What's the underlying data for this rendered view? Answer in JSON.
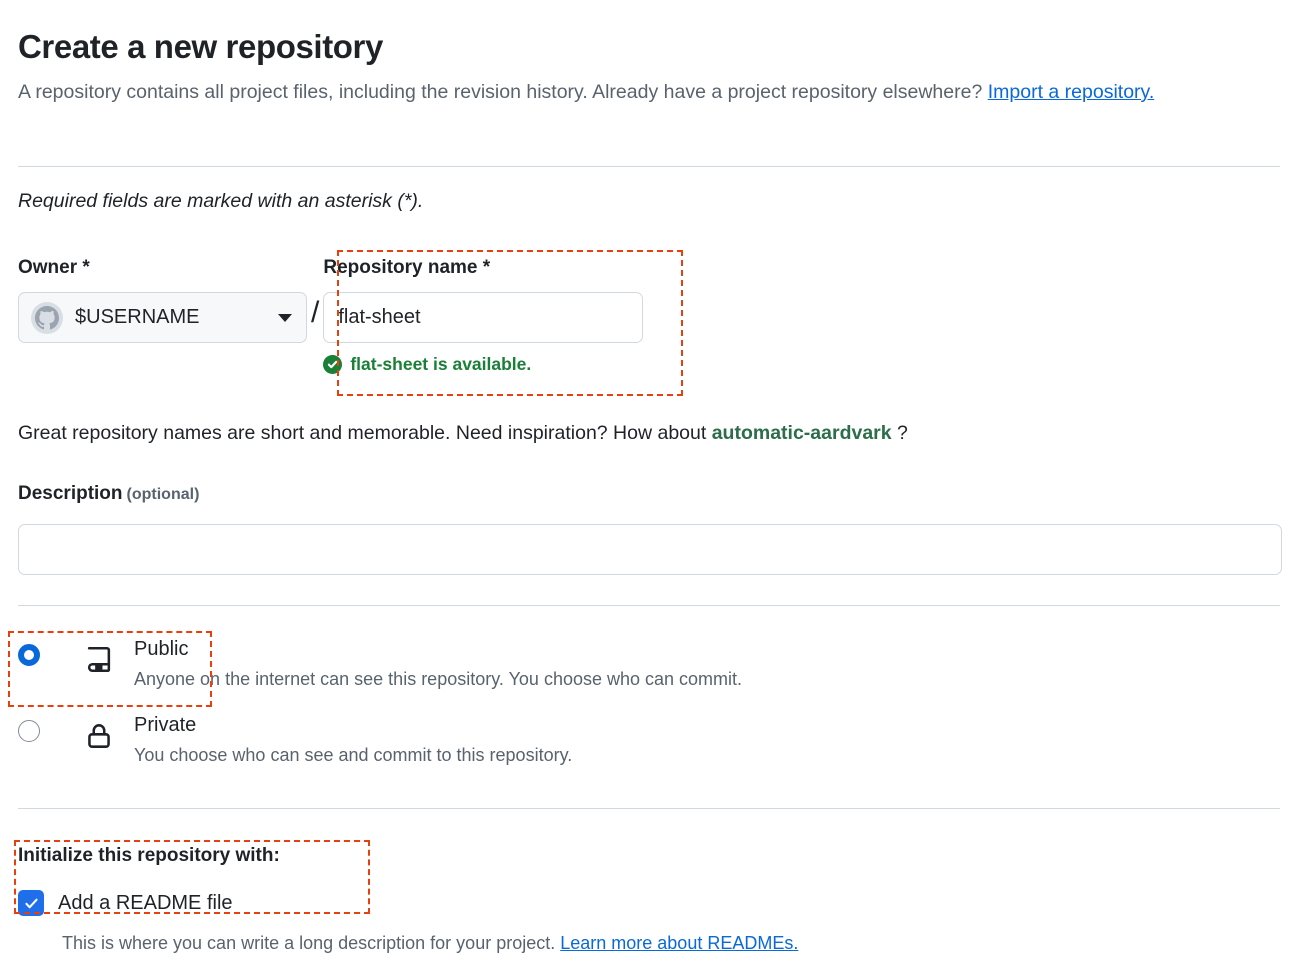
{
  "header": {
    "title": "Create a new repository",
    "description_before": "A repository contains all project files, including the revision history. Already have a project repository elsewhere? ",
    "import_link": "Import a repository.",
    "required_note": "Required fields are marked with an asterisk (*)."
  },
  "owner": {
    "label": "Owner *",
    "value": "$USERNAME",
    "avatar_icon": "github-octocat-icon",
    "chevron_icon": "chevron-down-icon",
    "separator": "/"
  },
  "repository_name": {
    "label": "Repository name *",
    "value": "flat-sheet",
    "placeholder": "",
    "availability_icon": "check-circle-fill-icon",
    "availability_text": "flat-sheet is available.",
    "availability_color": "#1a7f37"
  },
  "suggestion": {
    "text_before": "Great repository names are short and memorable. Need inspiration? How about ",
    "name": "automatic-aardvark",
    "text_after": " ?",
    "name_color": "#2c6e49"
  },
  "description": {
    "label": "Description",
    "optional": "(optional)",
    "value": "",
    "placeholder": ""
  },
  "visibility": {
    "options": [
      {
        "id": "public",
        "icon": "repo-book-icon",
        "title": "Public",
        "description": "Anyone on the internet can see this repository. You choose who can commit.",
        "selected": true
      },
      {
        "id": "private",
        "icon": "lock-icon",
        "title": "Private",
        "description": "You choose who can see and commit to this repository.",
        "selected": false
      }
    ],
    "selected_color": "#0969da"
  },
  "initialize": {
    "title": "Initialize this repository with:",
    "readme": {
      "label": "Add a README file",
      "checked": true,
      "checkbox_color": "#1f6feb",
      "help_before": "This is where you can write a long description for your project. ",
      "help_link": "Learn more about READMEs."
    }
  },
  "annotations": {
    "color": "#e8400c",
    "boxes": [
      {
        "name": "repository-name-highlight"
      },
      {
        "name": "public-visibility-highlight"
      },
      {
        "name": "initialize-repository-highlight"
      }
    ]
  }
}
